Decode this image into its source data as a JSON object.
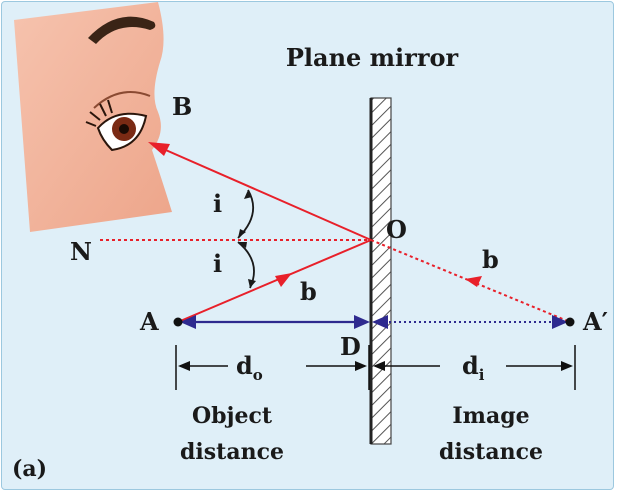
{
  "figure_label": "(a)",
  "title": "Plane mirror",
  "points": {
    "eye_point": "B",
    "object_point": "A",
    "image_point": "A′",
    "incidence_point": "O",
    "normal_end": "N",
    "mirror_foot": "D"
  },
  "angles": {
    "upper": "i",
    "lower": "i"
  },
  "rays": {
    "incident": "b",
    "virtual": "b"
  },
  "distances": {
    "object_symbol": "d",
    "object_subscript": "o",
    "image_symbol": "d",
    "image_subscript": "i"
  },
  "captions": {
    "object_line1": "Object",
    "object_line2": "distance",
    "image_line1": "Image",
    "image_line2": "distance"
  },
  "colors": {
    "background": "#dfeff8",
    "ray": "#e8202a",
    "distance_arrow": "#2e2a8f",
    "mirror_hatch": "#555555",
    "skin": "#f3b19a",
    "brow": "#3a2416",
    "iris": "#7a2a14"
  }
}
